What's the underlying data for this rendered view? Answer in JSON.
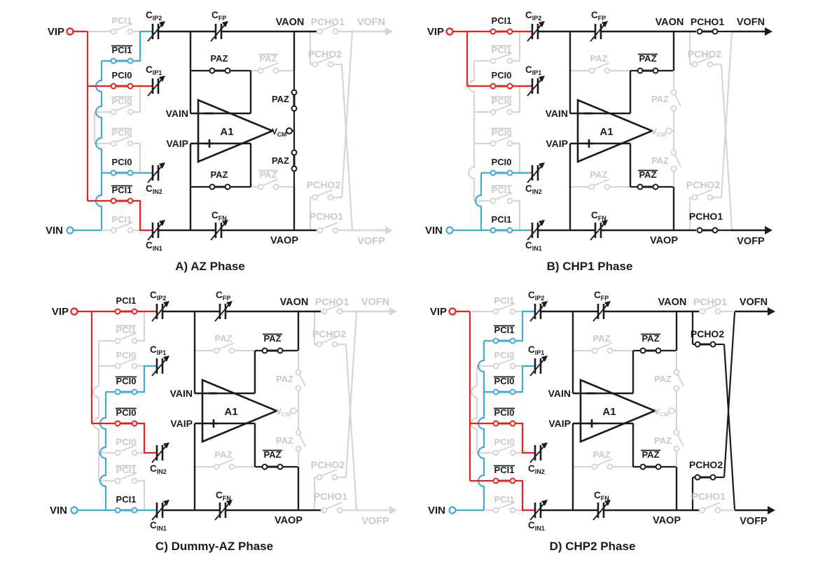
{
  "figure": {
    "background": "#ffffff",
    "colors": {
      "red": "#e8211c",
      "blue": "#3fa9dc",
      "gray": "#d5d5d5",
      "gray_label": "#c9c9c9",
      "black": "#1b1b1b",
      "white": "#ffffff"
    },
    "signals": {
      "vip": "VIP",
      "vin": "VIN",
      "vain": "VAIN",
      "vaip": "VAIP",
      "vaon": "VAON",
      "vaop": "VAOP",
      "vofn": "VOFN",
      "vofp": "VOFP",
      "vcm_main": "V",
      "vcm_sub": "CM",
      "amp": "A1"
    },
    "caps": {
      "cip2": [
        "C",
        "IP2"
      ],
      "cip1": [
        "C",
        "IP1"
      ],
      "cin2": [
        "C",
        "IN2"
      ],
      "cin1": [
        "C",
        "IN1"
      ],
      "cfp": [
        "C",
        "FP"
      ],
      "cfn": [
        "C",
        "FN"
      ]
    },
    "switch_names": {
      "paz": "PAZ",
      "pcho1": "PCHO1",
      "pcho2": "PCHO2"
    },
    "panels": [
      {
        "id": "A",
        "caption": "A) AZ Phase",
        "rows": [
          {
            "label": "PCI1",
            "bar": false,
            "state": "gray"
          },
          {
            "label": "PCI1",
            "bar": true,
            "state": "blue"
          },
          {
            "label": "PCI0",
            "bar": false,
            "state": "red"
          },
          {
            "label": "PCI0",
            "bar": true,
            "state": "gray"
          },
          {
            "label": "PCI0",
            "bar": true,
            "state": "gray"
          },
          {
            "label": "PCI0",
            "bar": false,
            "state": "blue"
          },
          {
            "label": "PCI1",
            "bar": true,
            "state": "red"
          },
          {
            "label": "PCI1",
            "bar": false,
            "state": "gray"
          }
        ],
        "paz_closed": true,
        "pazbar_closed": false,
        "pazv_closed": true,
        "vcm_active": true,
        "pcho1_closed": false,
        "pcho2_closed": false,
        "vofn_active": false,
        "vofp_active": false
      },
      {
        "id": "B",
        "caption": "B) CHP1 Phase",
        "rows": [
          {
            "label": "PCI1",
            "bar": false,
            "state": "red"
          },
          {
            "label": "PCI1",
            "bar": true,
            "state": "gray"
          },
          {
            "label": "PCI0",
            "bar": false,
            "state": "red"
          },
          {
            "label": "PCI0",
            "bar": true,
            "state": "gray"
          },
          {
            "label": "PCI0",
            "bar": true,
            "state": "gray"
          },
          {
            "label": "PCI0",
            "bar": false,
            "state": "blue"
          },
          {
            "label": "PCI1",
            "bar": true,
            "state": "gray"
          },
          {
            "label": "PCI1",
            "bar": false,
            "state": "blue"
          }
        ],
        "paz_closed": false,
        "pazbar_closed": true,
        "pazv_closed": false,
        "vcm_active": false,
        "pcho1_closed": true,
        "pcho2_closed": false,
        "vofn_active": true,
        "vofp_active": true
      },
      {
        "id": "C",
        "caption": "C) Dummy-AZ Phase",
        "rows": [
          {
            "label": "PCI1",
            "bar": false,
            "state": "red"
          },
          {
            "label": "PCI1",
            "bar": true,
            "state": "gray"
          },
          {
            "label": "PCI0",
            "bar": false,
            "state": "gray"
          },
          {
            "label": "PCI0",
            "bar": true,
            "state": "blue"
          },
          {
            "label": "PCI0",
            "bar": true,
            "state": "red"
          },
          {
            "label": "PCI0",
            "bar": false,
            "state": "gray"
          },
          {
            "label": "PCI1",
            "bar": true,
            "state": "gray"
          },
          {
            "label": "PCI1",
            "bar": false,
            "state": "blue"
          }
        ],
        "paz_closed": false,
        "pazbar_closed": true,
        "pazv_closed": false,
        "vcm_active": false,
        "pcho1_closed": false,
        "pcho2_closed": false,
        "vofn_active": false,
        "vofp_active": false
      },
      {
        "id": "D",
        "caption": "D) CHP2 Phase",
        "rows": [
          {
            "label": "PCI1",
            "bar": false,
            "state": "gray"
          },
          {
            "label": "PCI1",
            "bar": true,
            "state": "blue"
          },
          {
            "label": "PCI0",
            "bar": false,
            "state": "gray"
          },
          {
            "label": "PCI0",
            "bar": true,
            "state": "blue"
          },
          {
            "label": "PCI0",
            "bar": true,
            "state": "red"
          },
          {
            "label": "PCI0",
            "bar": false,
            "state": "gray"
          },
          {
            "label": "PCI1",
            "bar": true,
            "state": "red"
          },
          {
            "label": "PCI1",
            "bar": false,
            "state": "gray"
          }
        ],
        "paz_closed": false,
        "pazbar_closed": true,
        "pazv_closed": false,
        "vcm_active": false,
        "pcho1_closed": false,
        "pcho2_closed": true,
        "vofn_active": true,
        "vofp_active": true
      }
    ]
  }
}
